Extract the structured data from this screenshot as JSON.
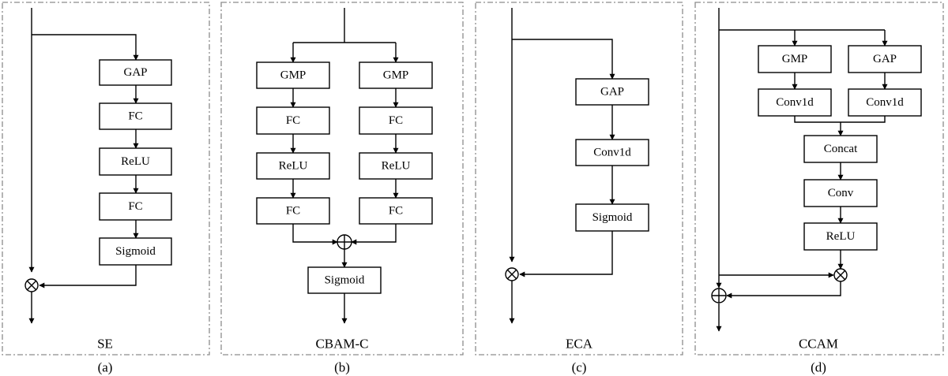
{
  "panels": {
    "se": {
      "title": "SE",
      "caption": "(a)",
      "blocks": [
        "GAP",
        "FC",
        "ReLU",
        "FC",
        "Sigmoid"
      ]
    },
    "cbam": {
      "title": "CBAM-C",
      "caption": "(b)",
      "left_blocks": [
        "GMP",
        "FC",
        "ReLU",
        "FC"
      ],
      "right_blocks": [
        "GMP",
        "FC",
        "ReLU",
        "FC"
      ],
      "output_block": "Sigmoid"
    },
    "eca": {
      "title": "ECA",
      "caption": "(c)",
      "blocks": [
        "GAP",
        "Conv1d",
        "Sigmoid"
      ]
    },
    "ccam": {
      "title": "CCAM",
      "caption": "(d)",
      "left_blocks": [
        "GMP",
        "Conv1d"
      ],
      "right_blocks": [
        "GAP",
        "Conv1d"
      ],
      "merge_blocks": [
        "Concat",
        "Conv",
        "ReLU"
      ]
    }
  }
}
